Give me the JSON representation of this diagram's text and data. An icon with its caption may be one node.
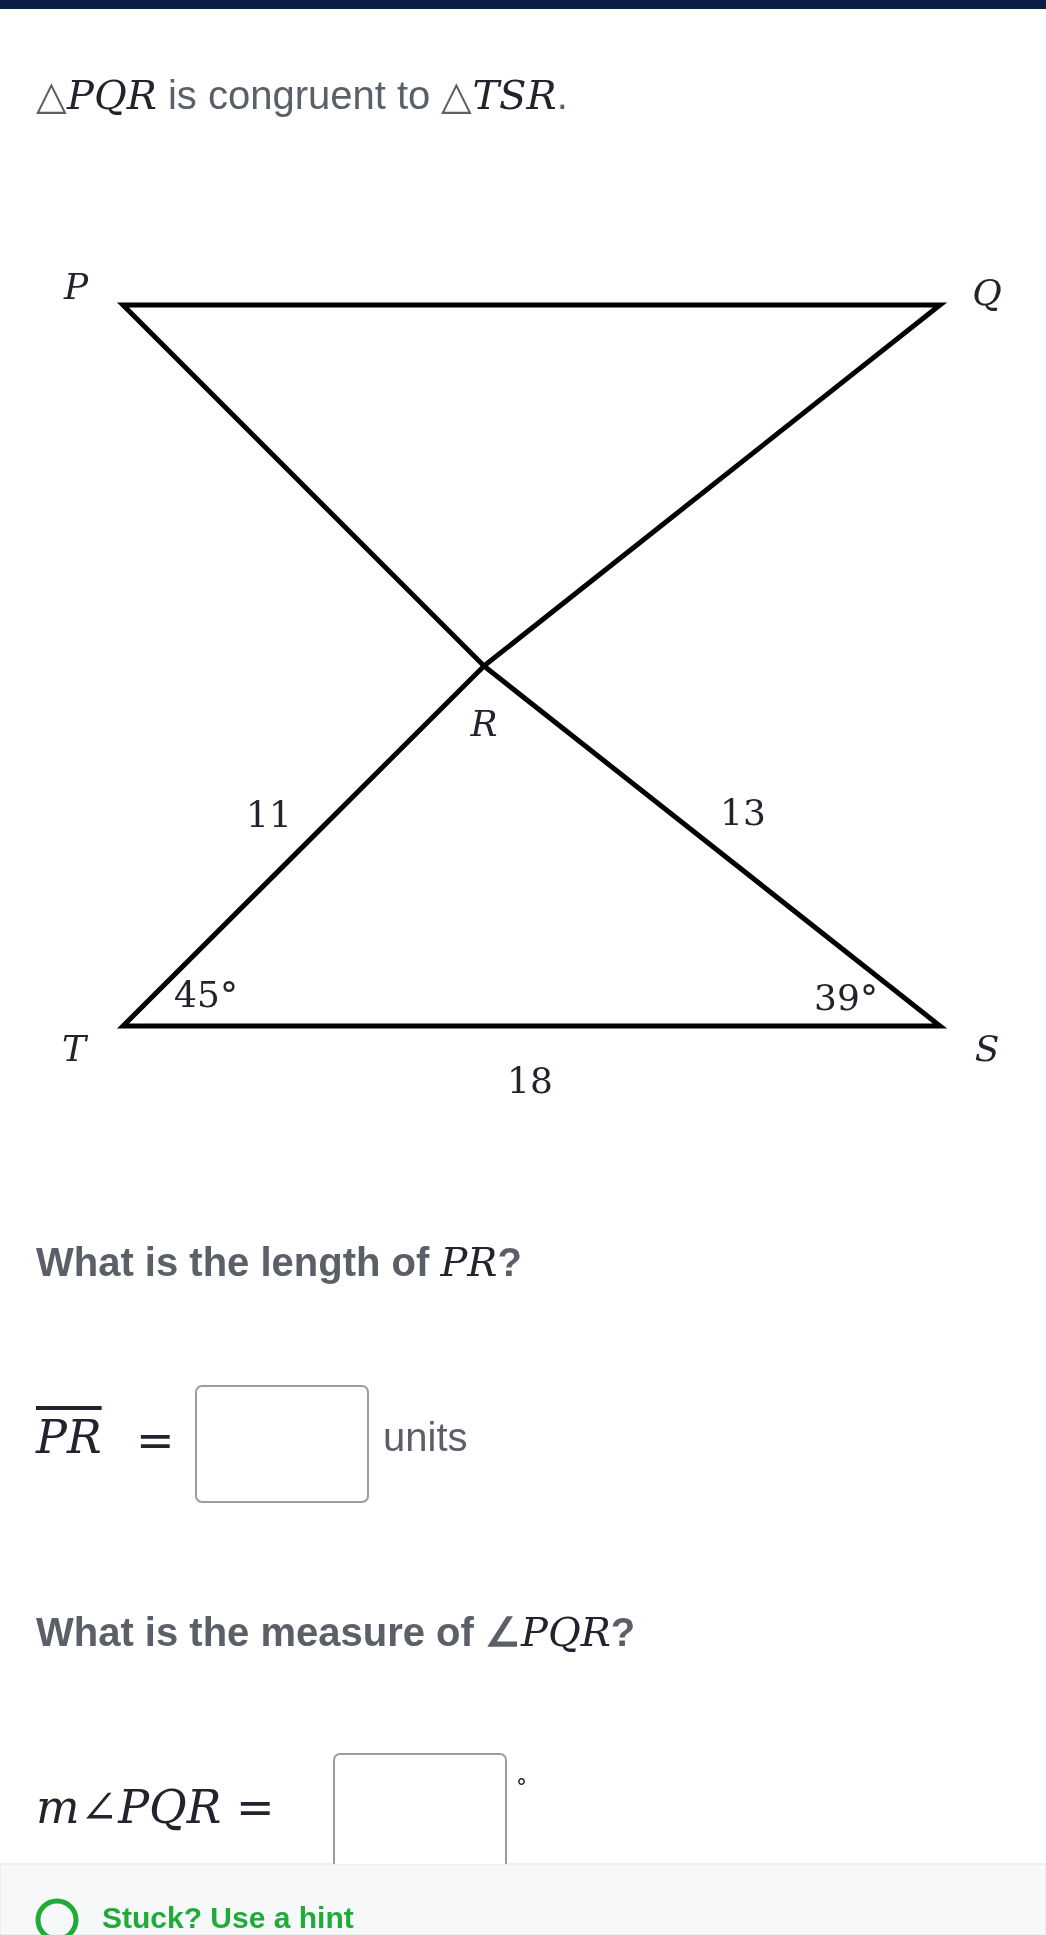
{
  "diagram": {
    "labels": [
      "△*PQR* is congruent to △*TSR*.",
      "P",
      "Q",
      "R",
      "11",
      "13",
      "45°",
      "39°",
      "T",
      "S",
      "18",
      "What is the length of *PR*?",
      "PR",
      "=",
      "units",
      "What is the measure of ∠*PQR*?",
      "*m*∠*PQR* =",
      "°",
      "Stuck? Use a hint"
    ]
  }
}
